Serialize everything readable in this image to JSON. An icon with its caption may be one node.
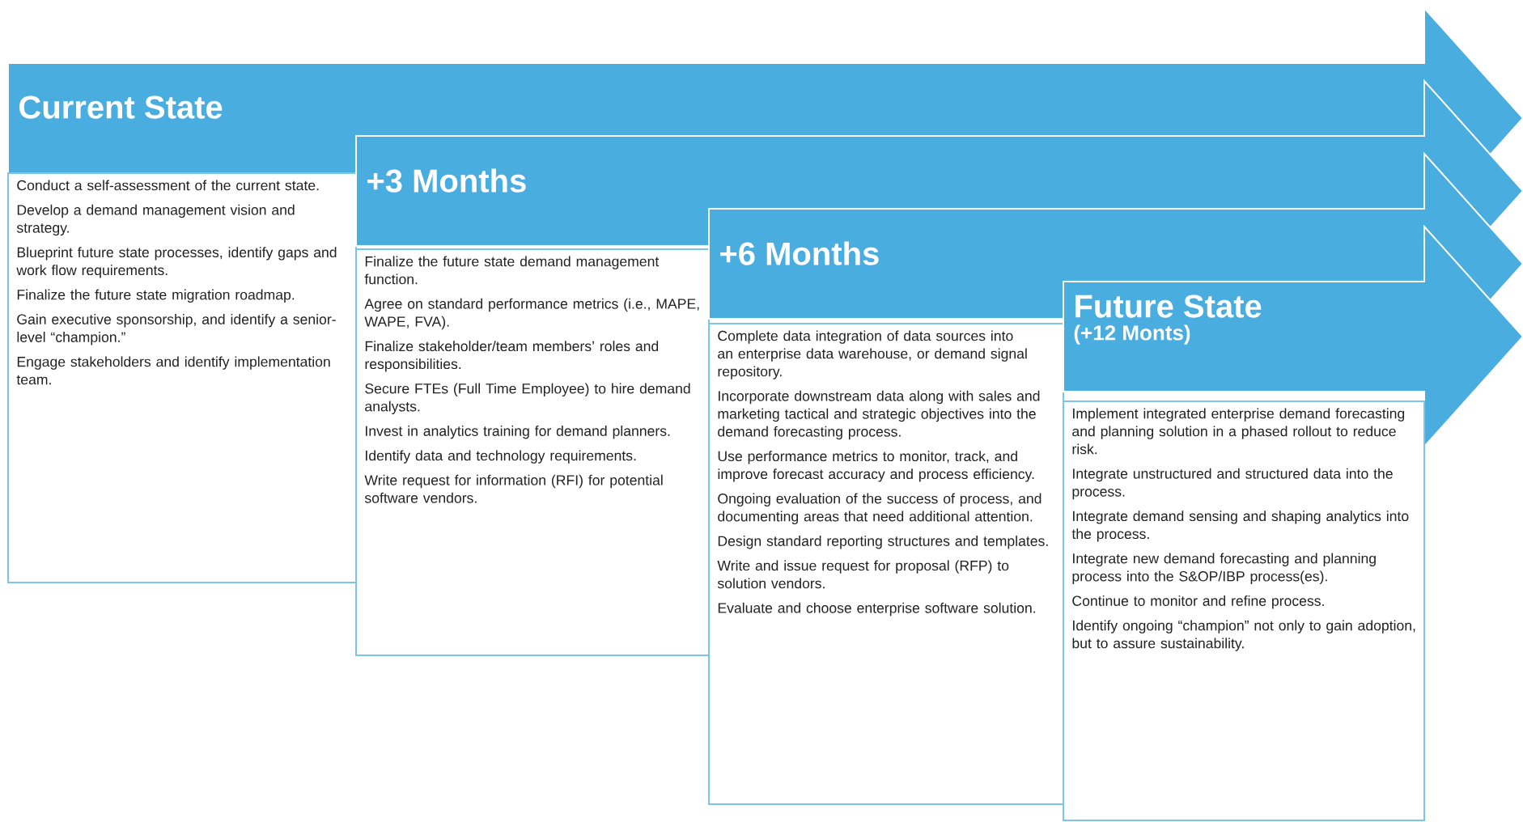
{
  "diagram": {
    "nodes": [
      {
        "text": [
          "Current State"
        ]
      },
      {
        "text": [
          "Conduct a self-assessment of the current state.",
          "Develop a demand management vision and strategy.",
          "Blueprint future state processes, identify gaps and work flow requirements.",
          "Finalize the future state migration roadmap.",
          "Gain executive sponsorship, and identify a senior-level “champion.”",
          "Engage stakeholders and identify implementation team."
        ]
      },
      {
        "text": [
          "+3 Months"
        ]
      },
      {
        "text": [
          "Finalize the future state demand management function.",
          "Agree on standard performance metrics (i.e., MAPE, WAPE, FVA).",
          "Finalize stakeholder/team members’ roles and responsibilities.",
          "Secure FTEs (Full Time Employee) to hire demand analysts.",
          "Invest in analytics training for demand planners.",
          "Identify data and technology requirements.",
          "Write request for information (RFI) for potential software vendors."
        ]
      },
      {
        "text": [
          "+6 Months"
        ]
      },
      {
        "text": [
          "Complete data integration of data sources into an enterprise data warehouse, or demand signal repository.",
          "Incorporate downstream data along with sales and marketing tactical and strategic objectives into the demand forecasting process.",
          "Use performance metrics to monitor, track, and improve forecast accuracy and process efficiency.",
          "Ongoing evaluation of the success of process, and documenting areas that need additional attention.",
          "Design standard reporting structures and templates.",
          "Write and issue request for proposal (RFP) to solution vendors.",
          "Evaluate and choose enterprise software solution."
        ]
      },
      {
        "text": [
          "Future State",
          "(+12 Monts)"
        ]
      },
      {
        "text": [
          "Implement integrated enterprise demand forecasting and planning solution in a phased rollout to reduce risk.",
          "Integrate unstructured and structured data into the process.",
          "Integrate demand sensing and shaping analytics into the process.",
          "Integrate new demand forecasting and planning process into the S&OP/IBP process(es).",
          "Continue to monitor and refine process.",
          "Identify ongoing “champion” not only to gain adoption, but to assure sustainability."
        ]
      }
    ]
  }
}
